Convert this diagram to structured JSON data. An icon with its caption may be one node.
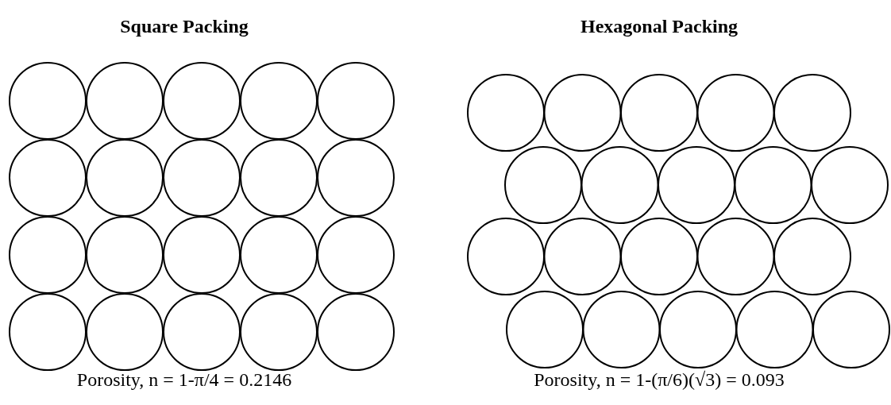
{
  "diagram": {
    "labels": [
      "Square Packing",
      "Hexagonal Packing",
      "Porosity, n = 1-π/4 = 0.2146",
      "Porosity, n = 1-(π/6)(√3) = 0.093"
    ]
  }
}
